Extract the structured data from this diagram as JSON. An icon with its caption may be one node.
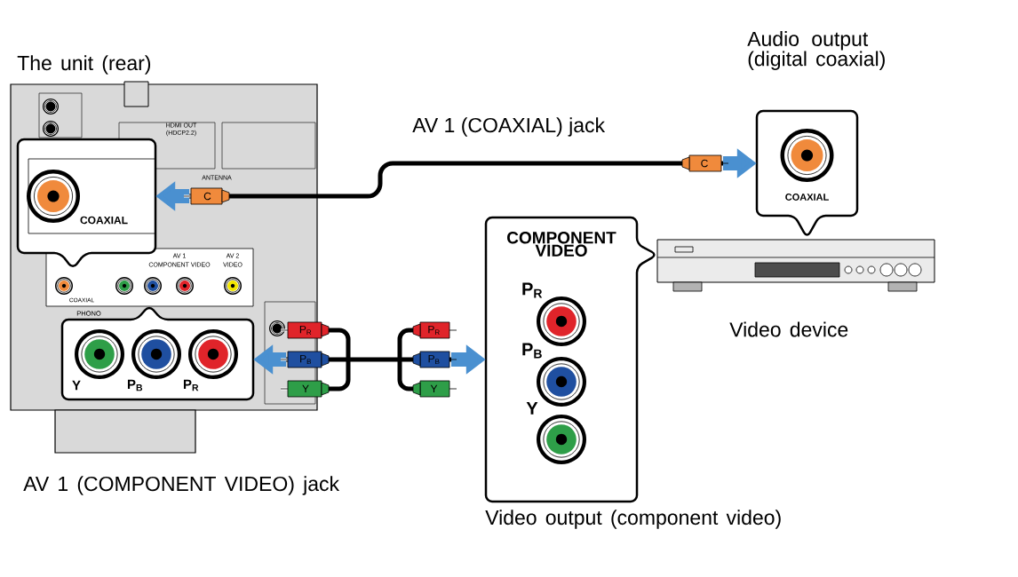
{
  "diagram": {
    "nodes": [
      {
        "text": [
          "The unit (rear)"
        ]
      },
      {
        "text": [
          "COAXIAL"
        ],
        "in": 0
      },
      {
        "text": [
          "Y",
          "P$_{B}$",
          "P$_{R}$"
        ],
        "in": 0,
        "beside": [
          "AV 1 (COMPONENT VIDEO) jack"
        ]
      },
      {
        "text": [
          "Video device"
        ]
      },
      {
        "text": [
          "Audio output (digital coaxial)",
          "COAXIAL"
        ]
      },
      {
        "text": [
          "COMPONENT VIDEO",
          "P$_{R}$",
          "P$_{B}$",
          "Y"
        ],
        "beside": [
          "Video output (component video)"
        ]
      }
    ],
    "edges": [
      {
        "from": 4,
        "to": 1,
        "arrow": "both",
        "label": "AV 1 (COAXIAL) jack"
      },
      {
        "from": 5,
        "to": 2,
        "arrow": "both"
      }
    ],
    "labels": [
      "HDMI OUT",
      "(HDCP2.2)",
      "ANTENNA",
      "AV 1",
      "COMPONENT VIDEO",
      "AV 2",
      "VIDEO",
      "COAXIAL",
      "PHONO",
      "C",
      "C",
      "P$_{R}$",
      "P$_{B}$",
      "Y",
      "P$_{R}$",
      "P$_{B}$",
      "Y"
    ]
  }
}
